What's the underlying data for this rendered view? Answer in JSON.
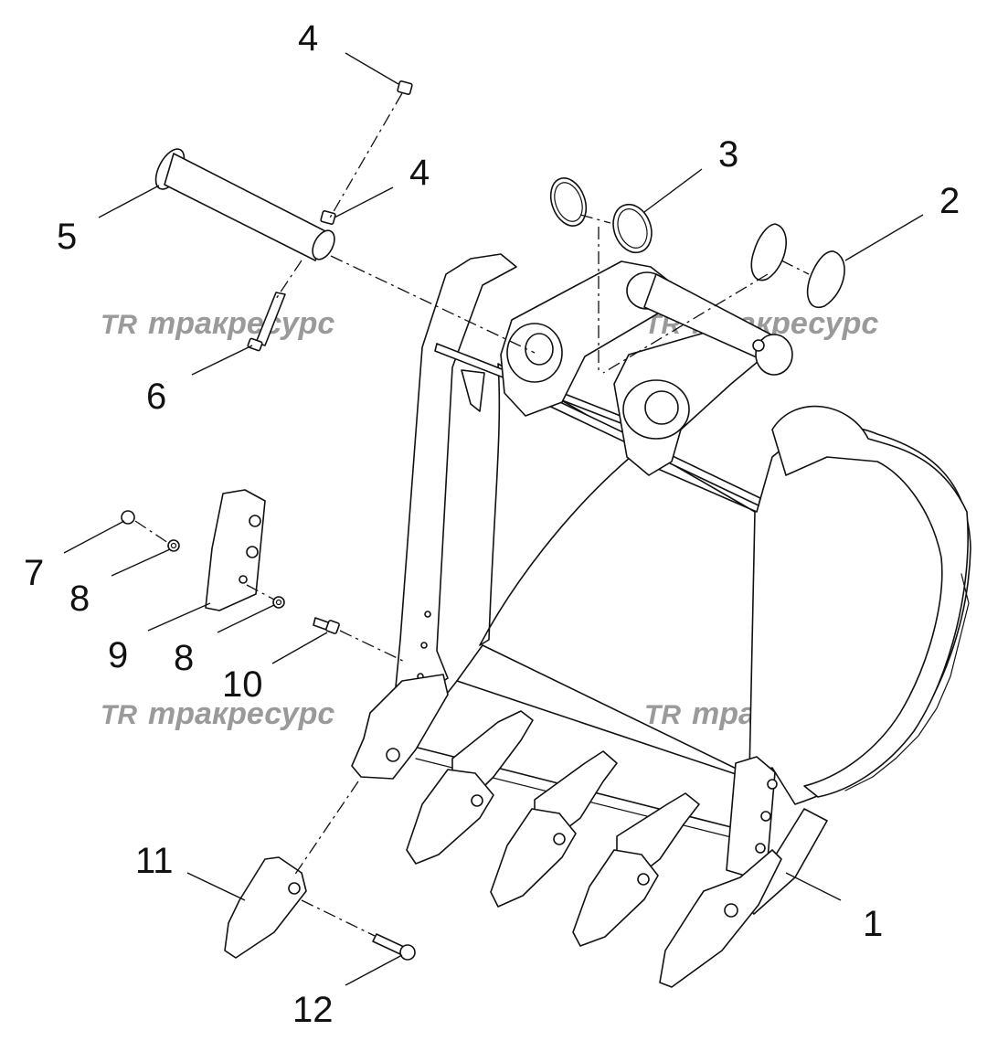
{
  "watermark": {
    "logo_text": "TR",
    "brand_text": "тракресурс",
    "color": "#9a9a9a"
  },
  "callouts": {
    "c1": "1",
    "c2": "2",
    "c3": "3",
    "c4_top": "4",
    "c4_mid": "4",
    "c5": "5",
    "c6": "6",
    "c7": "7",
    "c8_upper": "8",
    "c8_lower": "8",
    "c9": "9",
    "c10": "10",
    "c11": "11",
    "c12": "12"
  },
  "colors": {
    "line": "#111111",
    "background": "#ffffff"
  }
}
